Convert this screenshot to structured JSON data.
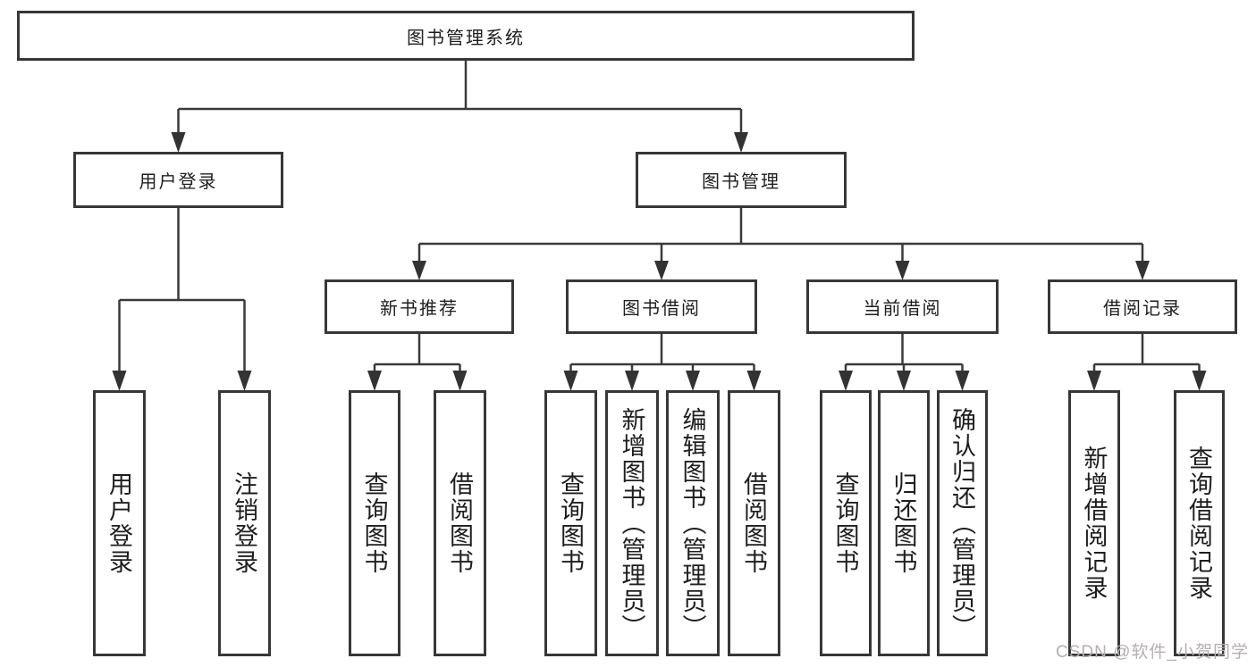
{
  "diagram_title": "图书管理系统",
  "tree": {
    "root": "图书管理系统",
    "branches": [
      {
        "label": "用户登录",
        "children": [
          {
            "label": "用户登录"
          },
          {
            "label": "注销登录"
          }
        ]
      },
      {
        "label": "图书管理",
        "children": [
          {
            "label": "新书推荐",
            "children": [
              {
                "label": "查询图书"
              },
              {
                "label": "借阅图书"
              }
            ]
          },
          {
            "label": "图书借阅",
            "children": [
              {
                "label": "查询图书"
              },
              {
                "label": "新增图书（管理员）"
              },
              {
                "label": "编辑图书（管理员）"
              },
              {
                "label": "借阅图书"
              }
            ]
          },
          {
            "label": "当前借阅",
            "children": [
              {
                "label": "查询图书"
              },
              {
                "label": "归还图书"
              },
              {
                "label": "确认归还（管理员）"
              }
            ]
          },
          {
            "label": "借阅记录",
            "children": [
              {
                "label": "新增借阅记录"
              },
              {
                "label": "查询借阅记录"
              }
            ]
          }
        ]
      }
    ]
  },
  "watermark": {
    "text": "CSDN @软件_小贺同学",
    "color": "#b5afb2"
  },
  "colors": {
    "background": "#ffffff",
    "line": "#3a3a3a",
    "box_border": "#373737",
    "text": "#1e1e1e"
  }
}
